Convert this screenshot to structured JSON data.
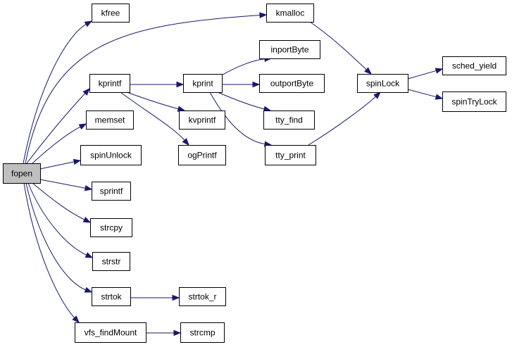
{
  "graph": {
    "edge_color": "#191970",
    "root_fill": "#bfbfbf",
    "node_fill": "#ffffff",
    "nodes": [
      {
        "id": "fopen",
        "label": "fopen",
        "root": true
      },
      {
        "id": "kfree",
        "label": "kfree"
      },
      {
        "id": "kmalloc",
        "label": "kmalloc"
      },
      {
        "id": "kprintf",
        "label": "kprintf"
      },
      {
        "id": "memset",
        "label": "memset"
      },
      {
        "id": "spinUnlock",
        "label": "spinUnlock"
      },
      {
        "id": "sprintf",
        "label": "sprintf"
      },
      {
        "id": "strcpy",
        "label": "strcpy"
      },
      {
        "id": "strstr",
        "label": "strstr"
      },
      {
        "id": "strtok",
        "label": "strtok"
      },
      {
        "id": "vfs_findMount",
        "label": "vfs_findMount"
      },
      {
        "id": "kprint",
        "label": "kprint"
      },
      {
        "id": "kvprintf",
        "label": "kvprintf"
      },
      {
        "id": "ogPrintf",
        "label": "ogPrintf"
      },
      {
        "id": "inportByte",
        "label": "inportByte"
      },
      {
        "id": "outportByte",
        "label": "outportByte"
      },
      {
        "id": "tty_find",
        "label": "tty_find"
      },
      {
        "id": "tty_print",
        "label": "tty_print"
      },
      {
        "id": "spinLock",
        "label": "spinLock"
      },
      {
        "id": "sched_yield",
        "label": "sched_yield"
      },
      {
        "id": "spinTryLock",
        "label": "spinTryLock"
      },
      {
        "id": "strtok_r",
        "label": "strtok_r"
      },
      {
        "id": "strcmp",
        "label": "strcmp"
      }
    ],
    "edges": [
      {
        "from": "fopen",
        "to": "kfree"
      },
      {
        "from": "fopen",
        "to": "kmalloc"
      },
      {
        "from": "fopen",
        "to": "kprintf"
      },
      {
        "from": "fopen",
        "to": "memset"
      },
      {
        "from": "fopen",
        "to": "spinUnlock"
      },
      {
        "from": "fopen",
        "to": "sprintf"
      },
      {
        "from": "fopen",
        "to": "strcpy"
      },
      {
        "from": "fopen",
        "to": "strstr"
      },
      {
        "from": "fopen",
        "to": "strtok"
      },
      {
        "from": "fopen",
        "to": "vfs_findMount"
      },
      {
        "from": "kmalloc",
        "to": "spinLock"
      },
      {
        "from": "kprintf",
        "to": "kprint"
      },
      {
        "from": "kprintf",
        "to": "kvprintf"
      },
      {
        "from": "kprintf",
        "to": "ogPrintf"
      },
      {
        "from": "kprint",
        "to": "inportByte"
      },
      {
        "from": "kprint",
        "to": "outportByte"
      },
      {
        "from": "kprint",
        "to": "tty_find"
      },
      {
        "from": "kprint",
        "to": "tty_print"
      },
      {
        "from": "tty_print",
        "to": "spinLock"
      },
      {
        "from": "spinLock",
        "to": "sched_yield"
      },
      {
        "from": "spinLock",
        "to": "spinTryLock"
      },
      {
        "from": "strtok",
        "to": "strtok_r"
      },
      {
        "from": "vfs_findMount",
        "to": "strcmp"
      }
    ]
  }
}
